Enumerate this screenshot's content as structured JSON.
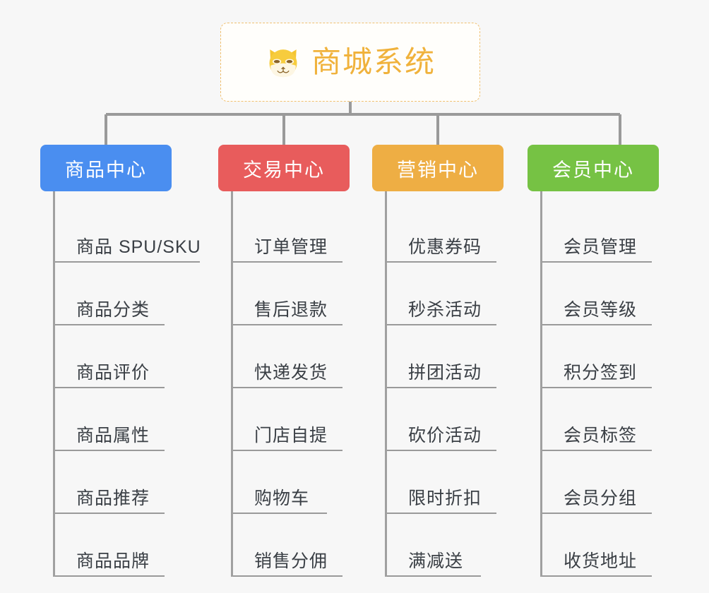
{
  "diagram": {
    "type": "mindmap-tree",
    "background_color": "#f7f7f7",
    "connector_color": "#9a9a9a"
  },
  "root": {
    "title": "商城系统",
    "icon": "shiba-dog-face-icon",
    "border_color": "#f0c070",
    "text_color": "#f0b23c",
    "background_color": "#fffefb"
  },
  "branches": [
    {
      "label": "商品中心",
      "color": "#4a8ef0",
      "items": [
        "商品 SPU/SKU",
        "商品分类",
        "商品评价",
        "商品属性",
        "商品推荐",
        "商品品牌"
      ]
    },
    {
      "label": "交易中心",
      "color": "#e85c5c",
      "items": [
        "订单管理",
        "售后退款",
        "快递发货",
        "门店自提",
        "购物车",
        "销售分佣"
      ]
    },
    {
      "label": "营销中心",
      "color": "#eeae44",
      "items": [
        "优惠券码",
        "秒杀活动",
        "拼团活动",
        "砍价活动",
        "限时折扣",
        "满减送"
      ]
    },
    {
      "label": "会员中心",
      "color": "#76c244",
      "items": [
        "会员管理",
        "会员等级",
        "积分签到",
        "会员标签",
        "会员分组",
        "收货地址"
      ]
    }
  ]
}
